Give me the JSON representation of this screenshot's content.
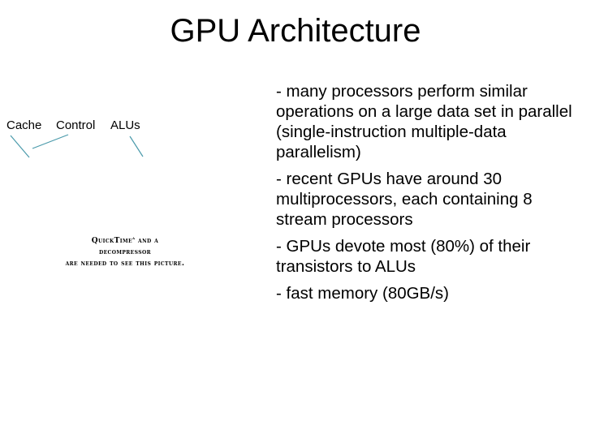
{
  "slide": {
    "title": "GPU Architecture",
    "diagram_labels": {
      "cache": "Cache",
      "control": "Control",
      "alus": "ALUs"
    },
    "image_placeholder": {
      "line1_prefix": "QuickTime",
      "line1_sup": "a",
      "line1_suffix": " and a",
      "line2": "decompressor",
      "line3": "are needed to see this picture."
    },
    "bullets": [
      "- many processors perform similar operations on a large data set in parallel (single-instruction multiple-data parallelism)",
      "- recent GPUs have around 30 multiprocessors, each containing 8 stream processors",
      "- GPUs devote most (80%) of their transistors to ALUs",
      "- fast memory (80GB/s)"
    ],
    "colors": {
      "text": "#000000",
      "connector_line": "#4a9aab",
      "background": "#ffffff"
    }
  }
}
